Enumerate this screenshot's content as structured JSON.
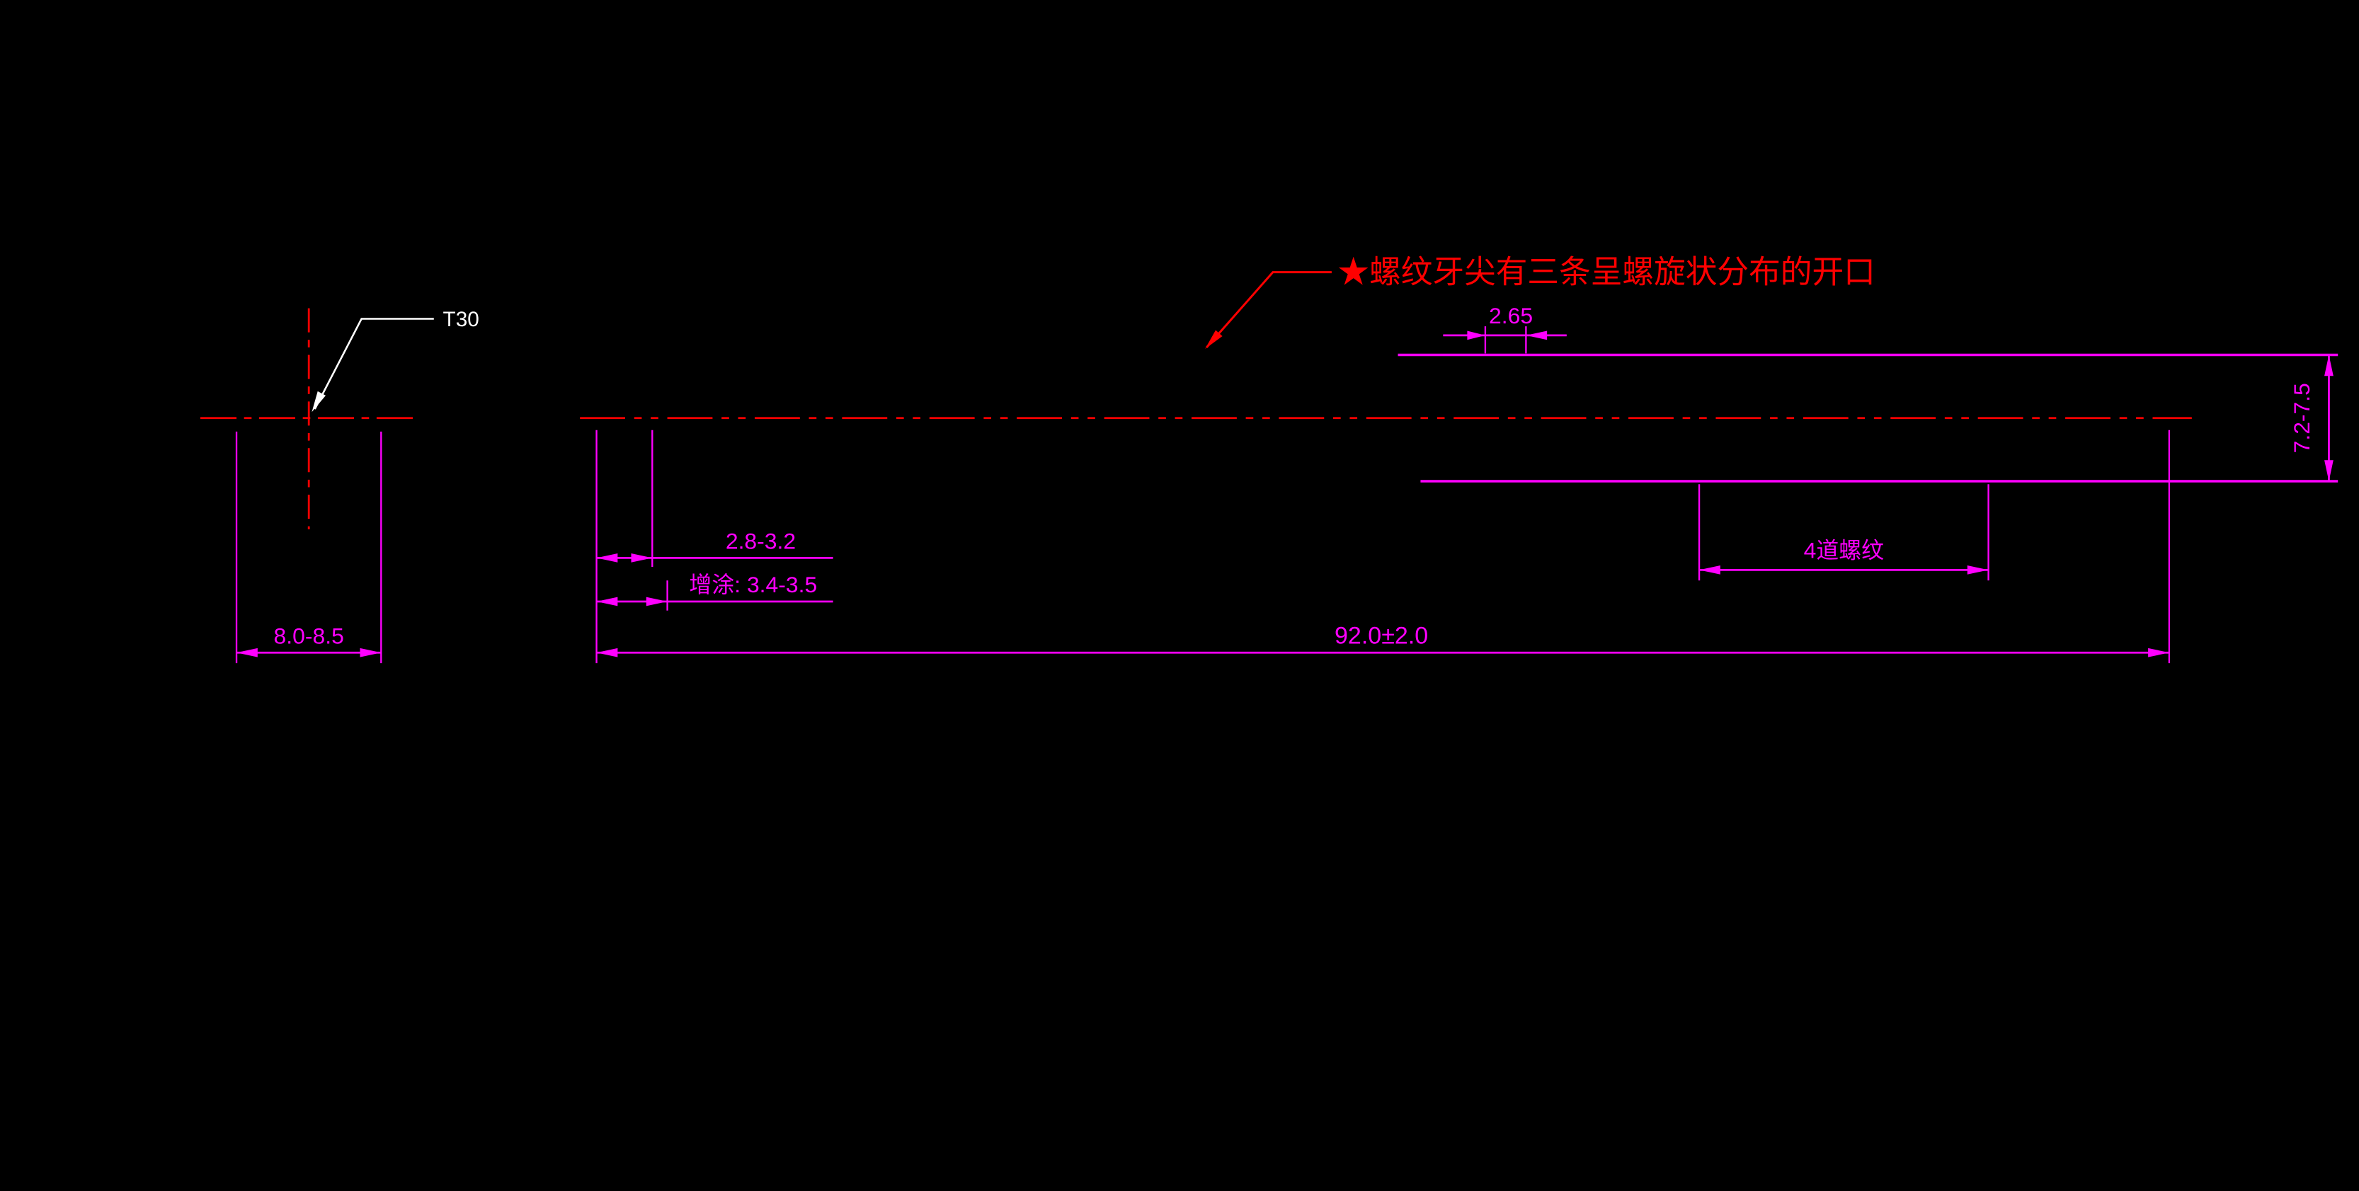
{
  "colors": {
    "background": "#000000",
    "dimension": "#ff00ff",
    "centerline": "#ff0000",
    "note": "#ff0000",
    "leader": "#ffffff"
  },
  "left_view": {
    "drive_label": "T30",
    "width_dim": "8.0-8.5"
  },
  "main_view": {
    "note_text": "★螺纹牙尖有三条呈螺旋状分布的开口",
    "pitch_dim": "2.65",
    "thread_height_dim": "7.2-7.5",
    "tip_dim": "2.8-3.2",
    "tip_coated_dim": "增涂: 3.4-3.5",
    "thread_count_label": "4道螺纹",
    "overall_length_dim": "92.0±2.0"
  }
}
